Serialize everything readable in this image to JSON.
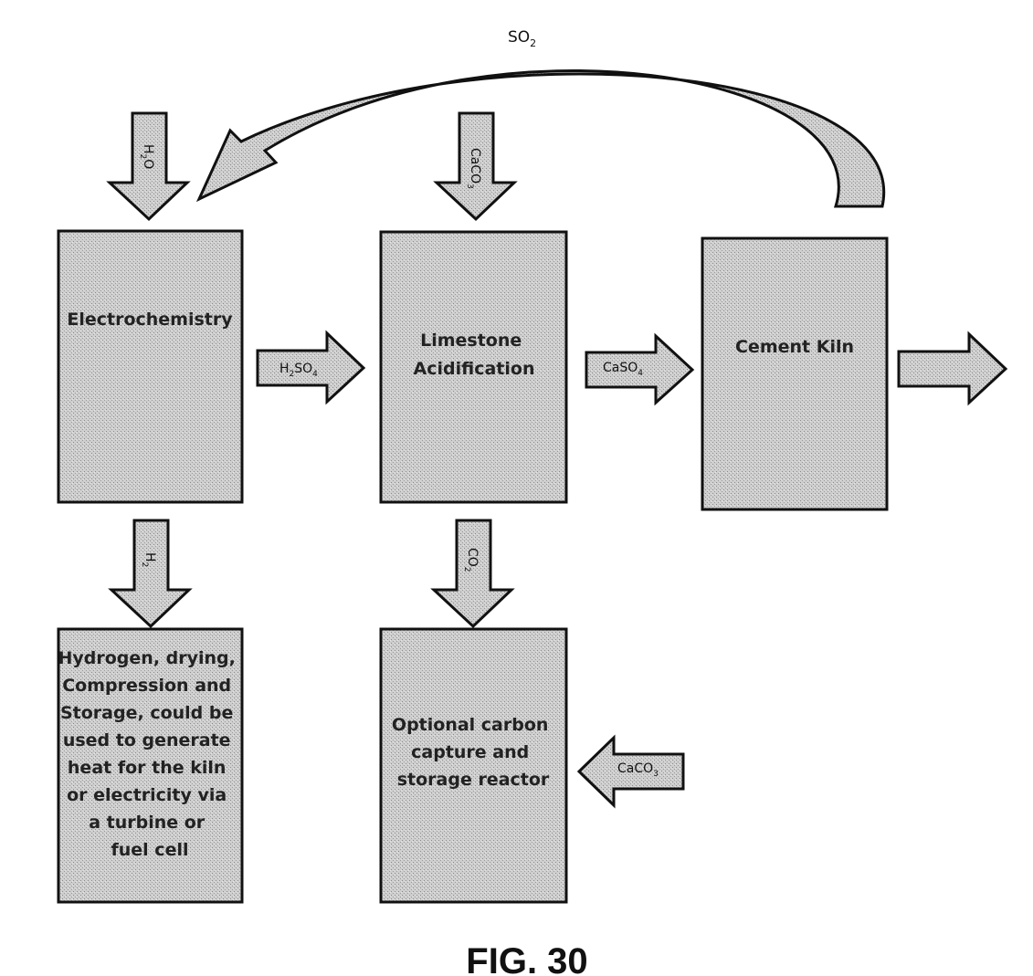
{
  "figure_label": "FIG. 30",
  "boxes": {
    "electrochemistry": [
      "Electrochemistry"
    ],
    "limestone": [
      "Limestone",
      "Acidification"
    ],
    "kiln": [
      "Cement Kiln"
    ],
    "hydrogen": [
      "Hydrogen, drying,",
      "Compression and",
      "Storage, could be",
      "used to generate",
      "heat for the kiln",
      "or electricity via",
      "a turbine or",
      "fuel cell"
    ],
    "carbon": [
      "Optional carbon",
      "capture and",
      "storage reactor"
    ]
  },
  "flows": {
    "so2_recycle": {
      "main": "SO",
      "sub": "2"
    },
    "h2o_in": {
      "a": "H",
      "sub": "2",
      "b": "O"
    },
    "caco3_in": {
      "a": "CaCO",
      "sub": "3"
    },
    "h2so4": {
      "a": "H",
      "s1": "2",
      "b": "SO",
      "s2": "4"
    },
    "caso4": {
      "a": "CaSO",
      "sub": "4"
    },
    "h2_out": {
      "a": "H",
      "sub": "2"
    },
    "co2_out": {
      "a": "CO",
      "sub": "2"
    },
    "caco3_carbon": {
      "a": "CaCO",
      "sub": "3"
    }
  },
  "colors": {
    "fill": "#c8c8c8",
    "stroke": "#111111"
  }
}
